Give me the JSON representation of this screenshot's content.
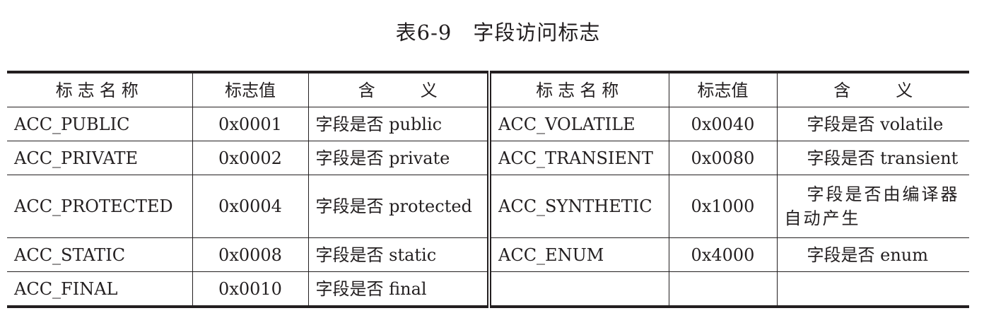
{
  "caption": {
    "number": "表6-9",
    "title": "字段访问标志"
  },
  "headers": {
    "name": "标志名称",
    "value": "标志值",
    "meaning_a": "含",
    "meaning_b": "义"
  },
  "left_rows": [
    {
      "name": "ACC_PUBLIC",
      "value": "0x0001",
      "meaning": "字段是否 public"
    },
    {
      "name": "ACC_PRIVATE",
      "value": "0x0002",
      "meaning": "字段是否 private"
    },
    {
      "name": "ACC_PROTECTED",
      "value": "0x0004",
      "meaning": "字段是否 protected"
    },
    {
      "name": "ACC_STATIC",
      "value": "0x0008",
      "meaning": "字段是否 static"
    },
    {
      "name": "ACC_FINAL",
      "value": "0x0010",
      "meaning": "字段是否 final"
    }
  ],
  "right_rows": [
    {
      "name": "ACC_VOLATILE",
      "value": "0x0040",
      "meaning": "字段是否 volatile"
    },
    {
      "name": "ACC_TRANSIENT",
      "value": "0x0080",
      "meaning": "字段是否 transient"
    },
    {
      "name": "ACC_SYNTHETIC",
      "value": "0x1000",
      "meaning": "字段是否由编译器自动产生"
    },
    {
      "name": "ACC_ENUM",
      "value": "0x4000",
      "meaning": "字段是否 enum"
    },
    {
      "name": "",
      "value": "",
      "meaning": ""
    }
  ]
}
